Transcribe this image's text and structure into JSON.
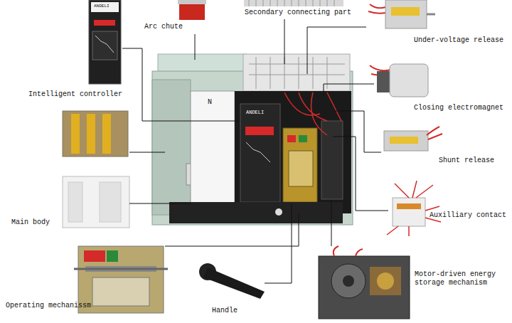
{
  "diagram": {
    "labels": [
      "Secondary connecting part",
      "Arc chute",
      "Under-voltage release",
      "Intelligent controller",
      "Closing electromagnet",
      "Shunt release",
      "Auxilliary contact",
      "Main body",
      "Motor-driven energy storage mechanism",
      "Operating mechanissm",
      "Handle",
      "ANDELI",
      "N",
      "ANDELI"
    ]
  }
}
